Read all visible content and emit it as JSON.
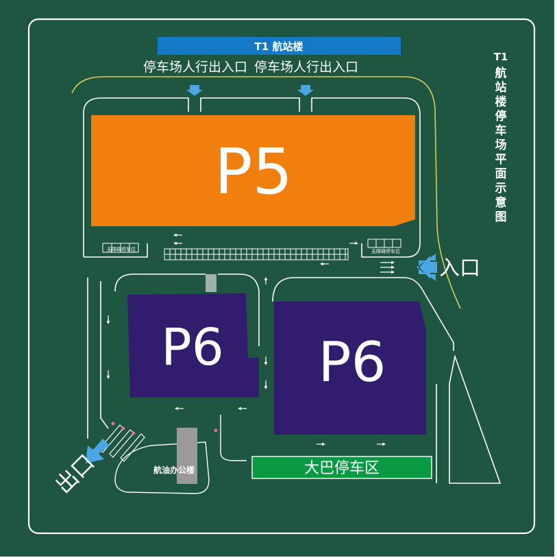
{
  "terminal_label": "T1 航站楼",
  "pedestrian_exits": [
    "停车场人行出入口",
    "停车场人行出入口"
  ],
  "vertical_title": "T1航站楼停车场平面示意图",
  "lots": {
    "p5": "P5",
    "p6_west": "P6",
    "p6_east": "P6"
  },
  "accessible_parking": [
    "无障碍停车位",
    "无障碍停车位"
  ],
  "entrance_label": "入口",
  "exit_label": "出口",
  "bus_parking_label": "大巴停车区",
  "office_label": "航油办公楼",
  "colors": {
    "background": "#1e5641",
    "outline": "#ffffff",
    "p5": "#f07f0e",
    "p6": "#311c6e",
    "terminal_bar": "#1479c6",
    "bus_zone": "#0a9a44",
    "office": "#9a9a9a",
    "arrow": "#4aa7e4",
    "curb_line": "#d9cf55"
  }
}
